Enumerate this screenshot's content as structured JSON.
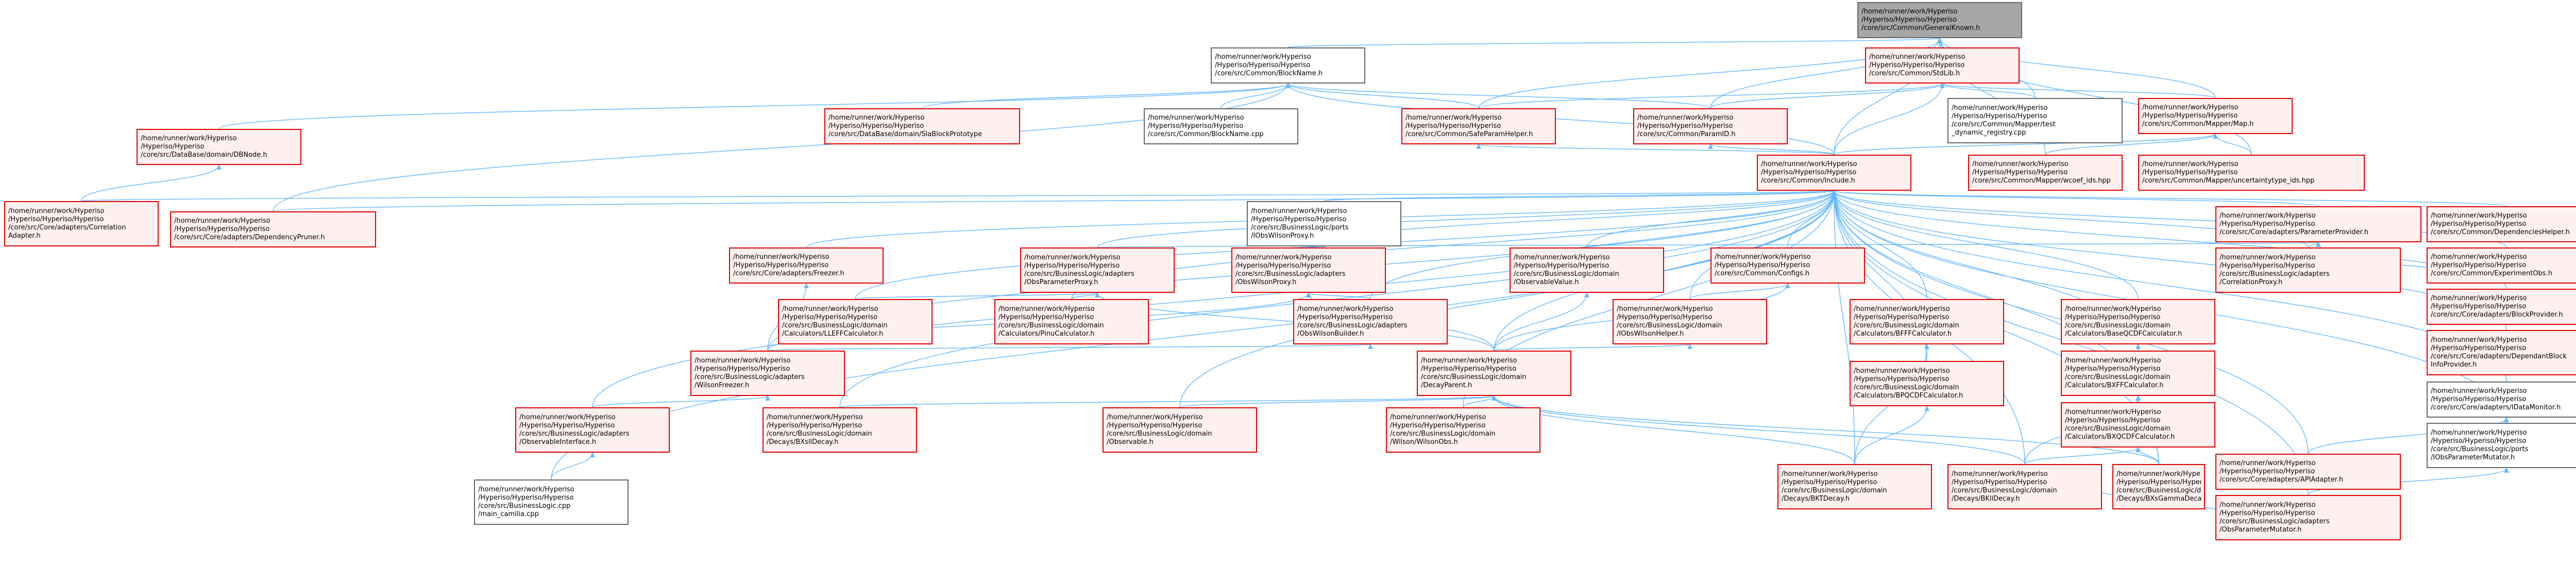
{
  "graph": {
    "colors": {
      "edge": "#63b8ff",
      "node_border": "#e00000",
      "node_fill": "#fff0f0",
      "plain_border": "#666666",
      "plain_fill": "#ffffff",
      "root_fill": "#a6a6a6"
    },
    "nodes": [
      {
        "id": "root",
        "lines": [
          "/home/runner/work/Hyperiso",
          "/Hyperiso/Hyperiso/Hyperiso",
          "/core/src/Common/GeneralKnown.h"
        ],
        "style": "root",
        "interactable": false
      },
      {
        "id": "blockname_h",
        "lines": [
          "/home/runner/work/Hyperiso",
          "/Hyperiso/Hyperiso/Hyperiso",
          "/core/src/Common/BlockName.h"
        ],
        "style": "ok"
      },
      {
        "id": "stdlib_h",
        "lines": [
          "/home/runner/work/Hyperiso",
          "/Hyperiso/Hyperiso/Hyperiso",
          "/core/src/Common/StdLib.h"
        ],
        "style": "red"
      },
      {
        "id": "slhablock",
        "lines": [
          "/home/runner/work/Hyperiso",
          "/Hyperiso/Hyperiso/Hyperiso",
          "/core/src/DataBase/domain/SlaBlockPrototype"
        ],
        "style": "red"
      },
      {
        "id": "blockname_cpp",
        "lines": [
          "/home/runner/work/Hyperiso",
          "/Hyperiso/Hyperiso/Hyperiso",
          "/core/src/Common/BlockName.cpp"
        ],
        "style": "ok"
      },
      {
        "id": "safeparamhelper",
        "lines": [
          "/home/runner/work/Hyperiso",
          "/Hyperiso/Hyperiso/Hyperiso",
          "/core/src/Common/SafeParamHelper.h"
        ],
        "style": "red"
      },
      {
        "id": "paramid",
        "lines": [
          "/home/runner/work/Hyperiso",
          "/Hyperiso/Hyperiso/Hyperiso",
          "/core/src/Common/ParamID.h"
        ],
        "style": "red"
      },
      {
        "id": "mapper_test",
        "lines": [
          "/home/runner/work/Hyperiso",
          "/Hyperiso/Hyperiso/Hyperiso",
          "/core/src/Common/Mapper/test",
          "_dynamic_registry.cpp"
        ],
        "style": "ok"
      },
      {
        "id": "mapper_map",
        "lines": [
          "/home/runner/work/Hyperiso",
          "/Hyperiso/Hyperiso/Hyperiso",
          "/core/src/Common/Mapper/Map.h"
        ],
        "style": "red"
      },
      {
        "id": "dbnode",
        "lines": [
          "/home/runner/work/Hyperiso",
          "/Hyperiso/Hyperiso",
          "/core/src/DataBase/domain/DBNode.h"
        ],
        "style": "red"
      },
      {
        "id": "include_h",
        "lines": [
          "/home/runner/work/Hyperiso",
          "/Hyperiso/Hyperiso/Hyperiso",
          "/core/src/Common/Include.h"
        ],
        "style": "red"
      },
      {
        "id": "mapper_wcoef",
        "lines": [
          "/home/runner/work/Hyperiso",
          "/Hyperiso/Hyperiso/Hyperiso",
          "/core/src/Common/Mapper/wcoef_ids.hpp"
        ],
        "style": "red"
      },
      {
        "id": "mapper_unc",
        "lines": [
          "/home/runner/work/Hyperiso",
          "/Hyperiso/Hyperiso/Hyperiso",
          "/core/src/Common/Mapper/uncertaintytype_ids.hpp"
        ],
        "style": "red"
      },
      {
        "id": "corr_adapter",
        "lines": [
          "/home/runner/work/Hyperiso",
          "/Hyperiso/Hyperiso/Hyperiso",
          "/core/src/Core/adapters/Correlation",
          "Adapter.h"
        ],
        "style": "red"
      },
      {
        "id": "dep_pruner",
        "lines": [
          "/home/runner/work/Hyperiso",
          "/Hyperiso/Hyperiso/Hyperiso",
          "/core/src/Core/adapters/DependencyPruner.h"
        ],
        "style": "red"
      },
      {
        "id": "iobs_proxy",
        "lines": [
          "/home/runner/work/Hyperiso",
          "/Hyperiso/Hyperiso/Hyperiso",
          "/core/src/BusinessLogic/ports",
          "/IObsWilsonProxy.h"
        ],
        "style": "ok"
      },
      {
        "id": "param_provider",
        "lines": [
          "/home/runner/work/Hyperiso",
          "/Hyperiso/Hyperiso/Hyperiso",
          "/core/src/Core/adapters/ParameterProvider.h"
        ],
        "style": "red"
      },
      {
        "id": "dep_helper",
        "lines": [
          "/home/runner/work/Hyperiso",
          "/Hyperiso/Hyperiso/Hyperiso",
          "/core/src/Common/DependenciesHelper.h"
        ],
        "style": "red"
      },
      {
        "id": "experiment_obs",
        "lines": [
          "/home/runner/work/Hyperiso",
          "/Hyperiso/Hyperiso/Hyperiso",
          "/core/src/Common/ExperimentObs.h"
        ],
        "style": "red"
      },
      {
        "id": "block_provider",
        "lines": [
          "/home/runner/work/Hyperiso",
          "/Hyperiso/Hyperiso/Hyperiso",
          "/core/src/Core/adapters/BlockProvider.h"
        ],
        "style": "red"
      },
      {
        "id": "dep_block",
        "lines": [
          "/home/runner/work/Hyperiso",
          "/Hyperiso/Hyperiso/Hyperiso",
          "/core/src/Core/adapters/DependantBlock",
          "InfoProvider.h"
        ],
        "style": "red"
      },
      {
        "id": "idata_monitor",
        "lines": [
          "/home/runner/work/Hyperiso",
          "/Hyperiso/Hyperiso/Hyperiso",
          "/core/src/Core/adapters/IDataMonitor.h"
        ],
        "style": "ok"
      },
      {
        "id": "iobs_param_mut",
        "lines": [
          "/home/runner/work/Hyperiso",
          "/Hyperiso/Hyperiso/Hyperiso",
          "/core/src/BusinessLogic/ports",
          "/IObsParameterMutator.h"
        ],
        "style": "ok"
      },
      {
        "id": "freezer",
        "lines": [
          "/home/runner/work/Hyperiso",
          "/Hyperiso/Hyperiso/Hyperiso",
          "/core/src/Core/adapters/Freezer.h"
        ],
        "style": "red"
      },
      {
        "id": "obs_param_proxy",
        "lines": [
          "/home/runner/work/Hyperiso",
          "/Hyperiso/Hyperiso/Hyperiso",
          "/core/src/BusinessLogic/adapters",
          "/ObsParameterProxy.h"
        ],
        "style": "red"
      },
      {
        "id": "obs_wilson_proxy",
        "lines": [
          "/home/runner/work/Hyperiso",
          "/Hyperiso/Hyperiso/Hyperiso",
          "/core/src/BusinessLogic/adapters",
          "/ObsWilsonProxy.h"
        ],
        "style": "red"
      },
      {
        "id": "obs_value",
        "lines": [
          "/home/runner/work/Hyperiso",
          "/Hyperiso/Hyperiso/Hyperiso",
          "/core/src/BusinessLogic/domain",
          "/ObservableValue.h"
        ],
        "style": "red"
      },
      {
        "id": "configs",
        "lines": [
          "/home/runner/work/Hyperiso",
          "/Hyperiso/Hyperiso/Hyperiso",
          "/core/src/Common/Configs.h"
        ],
        "style": "red"
      },
      {
        "id": "correlation_proxy",
        "lines": [
          "/home/runner/work/Hyperiso",
          "/Hyperiso/Hyperiso/Hyperiso",
          "/core/src/BusinessLogic/adapters",
          "/CorrelationProxy.h"
        ],
        "style": "red"
      },
      {
        "id": "api_adapter",
        "lines": [
          "/home/runner/work/Hyperiso",
          "/Hyperiso/Hyperiso/Hyperiso",
          "/core/src/Core/adapters/APIAdapter.h"
        ],
        "style": "red"
      },
      {
        "id": "obs_param_mut",
        "lines": [
          "/home/runner/work/Hyperiso",
          "/Hyperiso/Hyperiso/Hyperiso",
          "/core/src/BusinessLogic/adapters",
          "/ObsParameterMutator.h"
        ],
        "style": "red"
      },
      {
        "id": "lleff_calc",
        "lines": [
          "/home/runner/work/Hyperiso",
          "/Hyperiso/Hyperiso/Hyperiso",
          "/core/src/BusinessLogic/domain",
          "/Calculators/LLEFFCalculator.h"
        ],
        "style": "red"
      },
      {
        "id": "pinu_calc",
        "lines": [
          "/home/runner/work/Hyperiso",
          "/Hyperiso/Hyperiso/Hyperiso",
          "/core/src/BusinessLogic/domain",
          "/Calculators/PinuCalculator.h"
        ],
        "style": "red"
      },
      {
        "id": "obs_wilson_builder",
        "lines": [
          "/home/runner/work/Hyperiso",
          "/Hyperiso/Hyperiso/Hyperiso",
          "/core/src/BusinessLogic/adapters",
          "/ObsWilsonBuilder.h"
        ],
        "style": "red"
      },
      {
        "id": "iobs_wilson_helper",
        "lines": [
          "/home/runner/work/Hyperiso",
          "/Hyperiso/Hyperiso/Hyperiso",
          "/core/src/BusinessLogic/domain",
          "/IObsWilsonHelper.h"
        ],
        "style": "red"
      },
      {
        "id": "bfff_calc",
        "lines": [
          "/home/runner/work/Hyperiso",
          "/Hyperiso/Hyperiso/Hyperiso",
          "/core/src/BusinessLogic/domain",
          "/Calculators/BFFFCalculator.h"
        ],
        "style": "red"
      },
      {
        "id": "baseqcd_calc",
        "lines": [
          "/home/runner/work/Hyperiso",
          "/Hyperiso/Hyperiso/Hyperiso",
          "/core/src/BusinessLogic/domain",
          "/Calculators/BaseQCDFCalculator.h"
        ],
        "style": "red"
      },
      {
        "id": "bxff_calc",
        "lines": [
          "/home/runner/work/Hyperiso",
          "/Hyperiso/Hyperiso/Hyperiso",
          "/core/src/BusinessLogic/domain",
          "/Calculators/BXFFCalculator.h"
        ],
        "style": "red"
      },
      {
        "id": "wilson_freezer",
        "lines": [
          "/home/runner/work/Hyperiso",
          "/Hyperiso/Hyperiso/Hyperiso",
          "/core/src/BusinessLogic/adapters",
          "/WilsonFreezer.h"
        ],
        "style": "red"
      },
      {
        "id": "decay_parent",
        "lines": [
          "/home/runner/work/Hyperiso",
          "/Hyperiso/Hyperiso/Hyperiso",
          "/core/src/BusinessLogic/domain",
          "/DecayParent.h"
        ],
        "style": "red"
      },
      {
        "id": "bpqcdf_calc",
        "lines": [
          "/home/runner/work/Hyperiso",
          "/Hyperiso/Hyperiso/Hyperiso",
          "/core/src/BusinessLogic/domain",
          "/Calculators/BPQCDFCalculator.h"
        ],
        "style": "red"
      },
      {
        "id": "bxqcdf_calc",
        "lines": [
          "/home/runner/work/Hyperiso",
          "/Hyperiso/Hyperiso/Hyperiso",
          "/core/src/BusinessLogic/domain",
          "/Calculators/BXQCDFCalculator.h"
        ],
        "style": "red"
      },
      {
        "id": "obs_wilson_iface",
        "lines": [
          "/home/runner/work/Hyperiso",
          "/Hyperiso/Hyperiso/Hyperiso",
          "/core/src/BusinessLogic/adapters",
          "/ObservableInterface.h"
        ],
        "style": "red"
      },
      {
        "id": "bxll_decay",
        "lines": [
          "/home/runner/work/Hyperiso",
          "/Hyperiso/Hyperiso/Hyperiso",
          "/core/src/BusinessLogic/domain",
          "/Decays/BXsllDecay.h"
        ],
        "style": "red"
      },
      {
        "id": "observable",
        "lines": [
          "/home/runner/work/Hyperiso",
          "/Hyperiso/Hyperiso/Hyperiso",
          "/core/src/BusinessLogic/domain",
          "/Observable.h"
        ],
        "style": "red"
      },
      {
        "id": "wilson_obs",
        "lines": [
          "/home/runner/work/Hyperiso",
          "/Hyperiso/Hyperiso/Hyperiso",
          "/core/src/BusinessLogic/domain",
          "/Wilson/WilsonObs.h"
        ],
        "style": "red"
      },
      {
        "id": "bktoll_decay",
        "lines": [
          "/home/runner/work/Hyperiso",
          "/Hyperiso/Hyperiso/Hyperiso",
          "/core/src/BusinessLogic/domain",
          "/Decays/BKTDecay.h"
        ],
        "style": "red"
      },
      {
        "id": "bkll_decay",
        "lines": [
          "/home/runner/work/Hyperiso",
          "/Hyperiso/Hyperiso/Hyperiso",
          "/core/src/BusinessLogic/domain",
          "/Decays/BKllDecay.h"
        ],
        "style": "red"
      },
      {
        "id": "bxsgamma_decay",
        "lines": [
          "/home/runner/work/Hyperiso",
          "/Hyperiso/Hyperiso/Hyperiso",
          "/core/src/BusinessLogic/domain",
          "/Decays/BXsGammaDecay.h"
        ],
        "style": "red"
      },
      {
        "id": "main_camilia",
        "lines": [
          "/home/runner/work/Hyperiso",
          "/Hyperiso/Hyperiso/Hyperiso",
          "/core/src/BusinessLogic.cpp",
          "/main_camilia.cpp"
        ],
        "style": "ok"
      }
    ],
    "edges": [
      [
        "root",
        "blockname_h"
      ],
      [
        "root",
        "stdlib_h"
      ],
      [
        "root",
        "safeparamhelper"
      ],
      [
        "root",
        "paramid"
      ],
      [
        "root",
        "mapper_test"
      ],
      [
        "root",
        "mapper_map"
      ],
      [
        "root",
        "include_h"
      ],
      [
        "root",
        "mapper_wcoef"
      ],
      [
        "root",
        "mapper_unc"
      ],
      [
        "blockname_h",
        "dbnode"
      ],
      [
        "blockname_h",
        "slhablock"
      ],
      [
        "blockname_h",
        "blockname_cpp"
      ],
      [
        "blockname_h",
        "safeparamhelper"
      ],
      [
        "blockname_h",
        "paramid"
      ],
      [
        "blockname_h",
        "include_h"
      ],
      [
        "blockname_h",
        "dep_pruner"
      ],
      [
        "stdlib_h",
        "safeparamhelper"
      ],
      [
        "stdlib_h",
        "paramid"
      ],
      [
        "stdlib_h",
        "mapper_test"
      ],
      [
        "stdlib_h",
        "mapper_map"
      ],
      [
        "stdlib_h",
        "include_h"
      ],
      [
        "mapper_map",
        "mapper_wcoef"
      ],
      [
        "mapper_map",
        "mapper_unc"
      ],
      [
        "mapper_map",
        "include_h"
      ],
      [
        "safeparamhelper",
        "include_h"
      ],
      [
        "paramid",
        "include_h"
      ],
      [
        "dbnode",
        "corr_adapter"
      ],
      [
        "include_h",
        "corr_adapter"
      ],
      [
        "include_h",
        "dep_pruner"
      ],
      [
        "include_h",
        "iobs_proxy"
      ],
      [
        "include_h",
        "param_provider"
      ],
      [
        "include_h",
        "dep_helper"
      ],
      [
        "include_h",
        "experiment_obs"
      ],
      [
        "include_h",
        "block_provider"
      ],
      [
        "include_h",
        "dep_block"
      ],
      [
        "include_h",
        "idata_monitor"
      ],
      [
        "include_h",
        "iobs_param_mut"
      ],
      [
        "include_h",
        "freezer"
      ],
      [
        "include_h",
        "obs_param_proxy"
      ],
      [
        "include_h",
        "obs_wilson_proxy"
      ],
      [
        "include_h",
        "obs_value"
      ],
      [
        "include_h",
        "configs"
      ],
      [
        "include_h",
        "correlation_proxy"
      ],
      [
        "include_h",
        "api_adapter"
      ],
      [
        "include_h",
        "obs_param_mut"
      ],
      [
        "include_h",
        "lleff_calc"
      ],
      [
        "include_h",
        "pinu_calc"
      ],
      [
        "include_h",
        "obs_wilson_builder"
      ],
      [
        "include_h",
        "iobs_wilson_helper"
      ],
      [
        "include_h",
        "bfff_calc"
      ],
      [
        "include_h",
        "baseqcd_calc"
      ],
      [
        "include_h",
        "bxff_calc"
      ],
      [
        "include_h",
        "wilson_freezer"
      ],
      [
        "include_h",
        "decay_parent"
      ],
      [
        "include_h",
        "bpqcdf_calc"
      ],
      [
        "include_h",
        "bxqcdf_calc"
      ],
      [
        "include_h",
        "obs_wilson_iface"
      ],
      [
        "include_h",
        "bxll_decay"
      ],
      [
        "include_h",
        "observable"
      ],
      [
        "include_h",
        "wilson_obs"
      ],
      [
        "include_h",
        "bktoll_decay"
      ],
      [
        "include_h",
        "bkll_decay"
      ],
      [
        "include_h",
        "bxsgamma_decay"
      ],
      [
        "include_h",
        "main_camilia"
      ],
      [
        "iobs_proxy",
        "obs_wilson_proxy"
      ],
      [
        "param_provider",
        "correlation_proxy"
      ],
      [
        "param_provider",
        "obs_param_proxy"
      ],
      [
        "experiment_obs",
        "correlation_proxy"
      ],
      [
        "idata_monitor",
        "api_adapter"
      ],
      [
        "iobs_param_mut",
        "obs_param_mut"
      ],
      [
        "freezer",
        "wilson_freezer"
      ],
      [
        "obs_param_proxy",
        "lleff_calc"
      ],
      [
        "obs_param_proxy",
        "pinu_calc"
      ],
      [
        "obs_param_proxy",
        "decay_parent"
      ],
      [
        "obs_wilson_proxy",
        "obs_wilson_builder"
      ],
      [
        "obs_wilson_proxy",
        "wilson_freezer"
      ],
      [
        "obs_wilson_proxy",
        "decay_parent"
      ],
      [
        "obs_value",
        "decay_parent"
      ],
      [
        "configs",
        "iobs_wilson_helper"
      ],
      [
        "configs",
        "decay_parent"
      ],
      [
        "obs_wilson_builder",
        "wilson_freezer"
      ],
      [
        "iobs_wilson_helper",
        "decay_parent"
      ],
      [
        "bfff_calc",
        "bpqcdf_calc"
      ],
      [
        "bfff_calc",
        "bktoll_decay"
      ],
      [
        "baseqcd_calc",
        "bxqcdf_calc"
      ],
      [
        "bxff_calc",
        "bxqcdf_calc"
      ],
      [
        "bxff_calc",
        "bkll_decay"
      ],
      [
        "bxff_calc",
        "bxsgamma_decay"
      ],
      [
        "wilson_freezer",
        "obs_wilson_iface"
      ],
      [
        "decay_parent",
        "bxll_decay"
      ],
      [
        "decay_parent",
        "observable"
      ],
      [
        "decay_parent",
        "wilson_obs"
      ],
      [
        "decay_parent",
        "bktoll_decay"
      ],
      [
        "decay_parent",
        "bkll_decay"
      ],
      [
        "decay_parent",
        "bxsgamma_decay"
      ],
      [
        "bpqcdf_calc",
        "bktoll_decay"
      ],
      [
        "bxqcdf_calc",
        "bkll_decay"
      ],
      [
        "bxqcdf_calc",
        "bxsgamma_decay"
      ],
      [
        "obs_param_mut",
        "bkll_decay"
      ],
      [
        "obs_wilson_iface",
        "main_camilia"
      ]
    ]
  }
}
